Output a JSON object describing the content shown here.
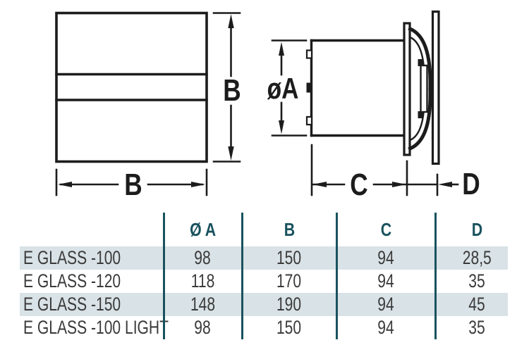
{
  "drawing": {
    "front_view": {
      "width_label": "B",
      "height_label": "B"
    },
    "side_view": {
      "diameter_label": "øA",
      "duct_length_label": "C",
      "depth_label": "D"
    }
  },
  "table": {
    "headers": [
      "Ø A",
      "B",
      "C",
      "D"
    ],
    "rows": [
      {
        "model": "E GLASS -100",
        "oa": "98",
        "b": "150",
        "c": "94",
        "d": "28,5"
      },
      {
        "model": "E GLASS -120",
        "oa": "118",
        "b": "170",
        "c": "94",
        "d": "35"
      },
      {
        "model": "E GLASS -150",
        "oa": "148",
        "b": "190",
        "c": "94",
        "d": "45"
      },
      {
        "model": "E GLASS -100 LIGHT",
        "oa": "98",
        "b": "150",
        "c": "94",
        "d": "35"
      }
    ]
  },
  "colors": {
    "accent_teal": "#19525e",
    "row_shade": "#d9e2e6",
    "line_ink": "#1c1c1c",
    "text_dark": "#3a3a3a"
  }
}
